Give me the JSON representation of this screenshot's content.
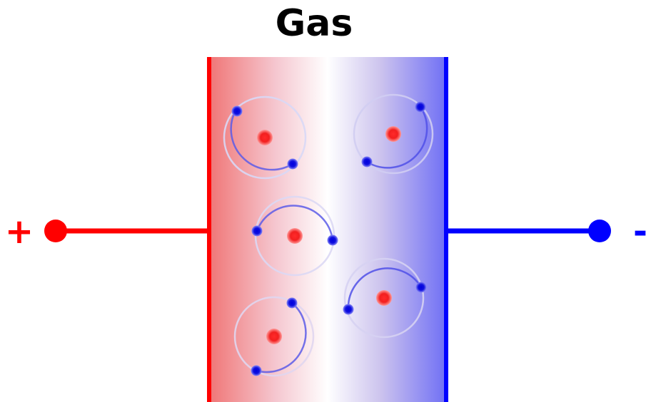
{
  "title": "Gas",
  "terminals": {
    "positive": {
      "sign": "+",
      "color": "#ff0000"
    },
    "negative": {
      "sign": "-",
      "color": "#0000ff"
    }
  },
  "colors": {
    "positive_plate": "#ff0000",
    "negative_plate": "#0000ff",
    "nucleus": "#ff0000",
    "electron": "#0000ff",
    "orbit": "#6666ee"
  },
  "atom_count": 5,
  "electrons_per_atom": 2
}
